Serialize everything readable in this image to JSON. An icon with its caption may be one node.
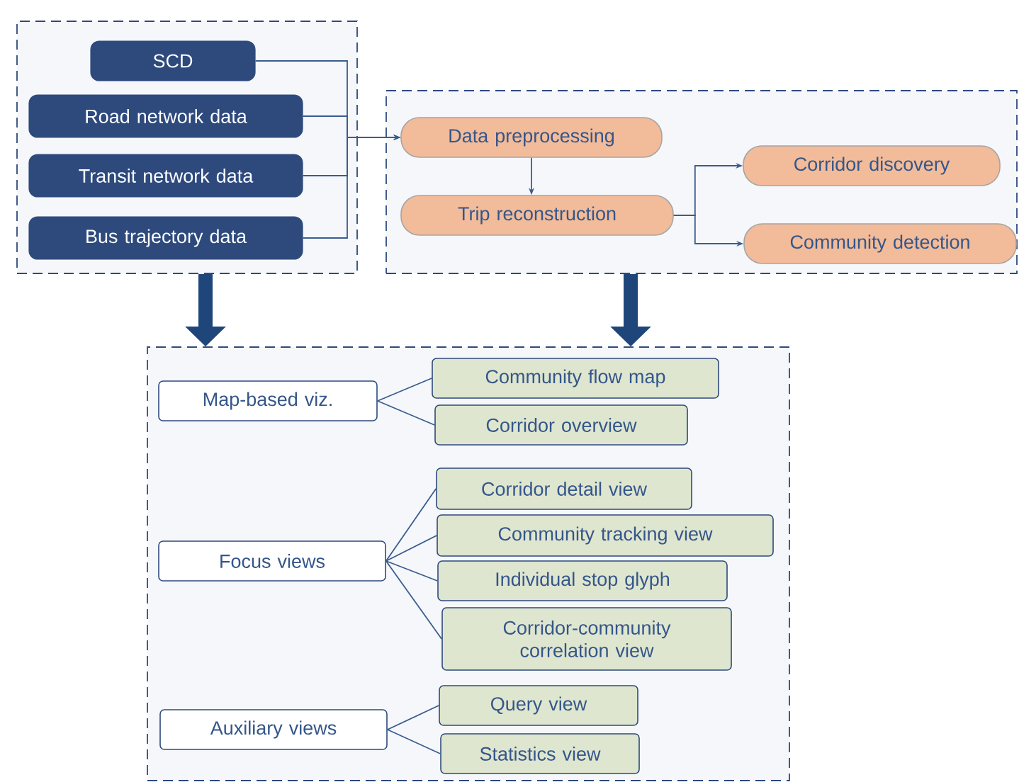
{
  "diagram": {
    "nodes": [
      {
        "text": [],
        "shape": "box"
      },
      {
        "text": [
          "SCD"
        ],
        "in": 0
      },
      {
        "text": [
          "Road network data"
        ],
        "in": 0
      },
      {
        "text": [
          "Transit network data"
        ],
        "in": 0
      },
      {
        "text": [
          "Bus trajectory data"
        ],
        "in": 0
      },
      {
        "text": [],
        "shape": "box"
      },
      {
        "text": [
          "Data preprocessing"
        ],
        "in": 5
      },
      {
        "text": [
          "Trip reconstruction"
        ],
        "in": 5
      },
      {
        "text": [
          "Corridor discovery"
        ],
        "in": 5
      },
      {
        "text": [
          "Community detection"
        ],
        "in": 5
      },
      {
        "text": [],
        "shape": "box"
      },
      {
        "text": [
          "Map-based viz."
        ],
        "in": 10
      },
      {
        "text": [
          "Community flow map"
        ],
        "in": 10
      },
      {
        "text": [
          "Corridor overview"
        ],
        "in": 10
      },
      {
        "text": [
          "Focus views"
        ],
        "in": 10
      },
      {
        "text": [
          "Corridor detail view"
        ],
        "in": 10
      },
      {
        "text": [
          "Community tracking view"
        ],
        "in": 10
      },
      {
        "text": [
          "Individual stop glyph"
        ],
        "in": 10
      },
      {
        "text": [
          "Corridor-community correlation view"
        ],
        "in": 10
      },
      {
        "text": [
          "Auxiliary views"
        ],
        "in": 10
      },
      {
        "text": [
          "Query view"
        ],
        "in": 10
      },
      {
        "text": [
          "Statistics view"
        ],
        "in": 10
      }
    ],
    "edges": [
      {
        "from": 1,
        "to": 6,
        "arrow": "to"
      },
      {
        "from": 2,
        "to": 6,
        "arrow": "to"
      },
      {
        "from": 3,
        "to": 6,
        "arrow": "to"
      },
      {
        "from": 4,
        "to": 6,
        "arrow": "to"
      },
      {
        "from": 6,
        "to": 7,
        "arrow": "to"
      },
      {
        "from": 7,
        "to": 8,
        "arrow": "to"
      },
      {
        "from": 7,
        "to": 9,
        "arrow": "to"
      },
      {
        "from": 0,
        "to": 10,
        "arrow": "to",
        "style": "thick"
      },
      {
        "from": 5,
        "to": 10,
        "arrow": "to",
        "style": "thick"
      },
      {
        "from": 11,
        "to": 12,
        "arrow": "none"
      },
      {
        "from": 11,
        "to": 13,
        "arrow": "none"
      },
      {
        "from": 14,
        "to": 15,
        "arrow": "none"
      },
      {
        "from": 14,
        "to": 16,
        "arrow": "none"
      },
      {
        "from": 14,
        "to": 17,
        "arrow": "none"
      },
      {
        "from": 14,
        "to": 18,
        "arrow": "none"
      },
      {
        "from": 19,
        "to": 20,
        "arrow": "none"
      },
      {
        "from": 19,
        "to": 21,
        "arrow": "none"
      }
    ]
  }
}
